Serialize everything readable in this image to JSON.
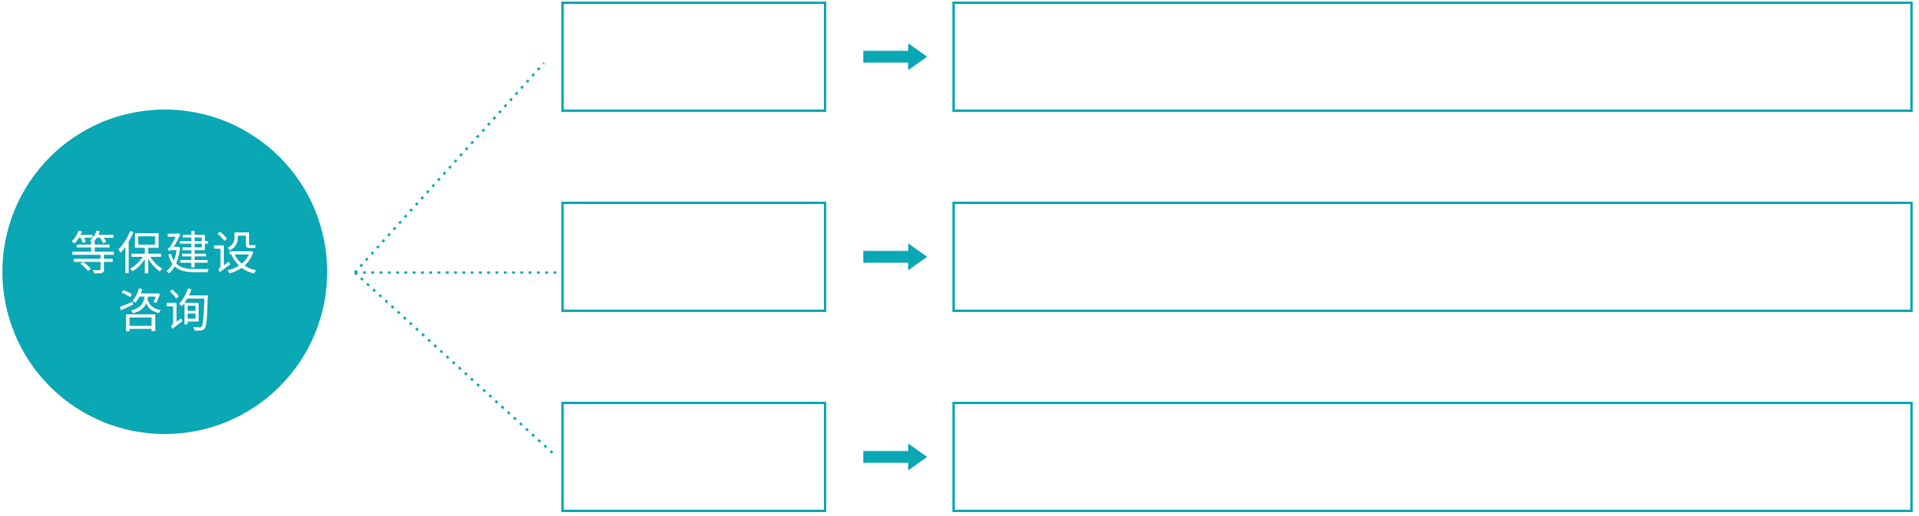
{
  "diagram": {
    "center_node": {
      "label_line1": "等保建设",
      "label_line2": "咨询"
    },
    "rows": [
      {
        "stage_label": "",
        "detail_label": ""
      },
      {
        "stage_label": "",
        "detail_label": ""
      },
      {
        "stage_label": "",
        "detail_label": ""
      }
    ],
    "icons": {
      "row_arrow": "right-arrow",
      "connector": "dotted-line"
    },
    "colors": {
      "teal": "#0aa7b4",
      "box_fill": "#ffffff",
      "text_on_teal": "#ffffff",
      "background": "#ffffff"
    }
  }
}
